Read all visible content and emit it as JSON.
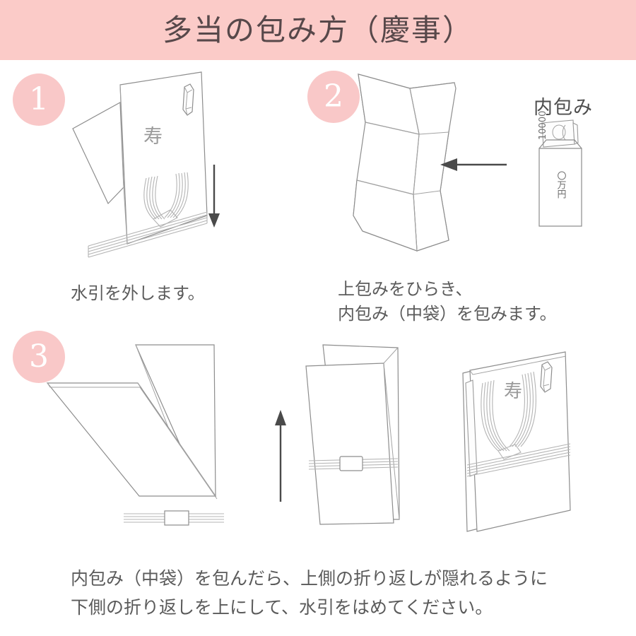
{
  "header": {
    "title": "多当の包み方（慶事）",
    "banner_color": "#fbcbc8",
    "title_color": "#57484a"
  },
  "theme": {
    "step_circle_color": "#f9c8c8",
    "step_number_color": "#ffffff",
    "line_color": "#8d8d8d",
    "caption_color": "#5b5b5b",
    "mizuhiki_color": "#b4b4b4",
    "arrow_color": "#4a4a4a"
  },
  "steps": [
    {
      "number": "1",
      "caption": "水引を外します。",
      "figure": {
        "name": "envelope-with-mizuhiki-being-removed",
        "kotobuki_text": "寿",
        "arrow_direction": "down"
      }
    },
    {
      "number": "2",
      "caption": "上包みをひらき、\n内包み（中袋）を包みます。",
      "figure": {
        "name": "opened-outer-wrapper",
        "arrow_direction": "left"
      },
      "inner_packet": {
        "label": "内包み",
        "amount_text": "〇万円",
        "banknote_text": "10000"
      }
    },
    {
      "number": "3",
      "caption": "内包み（中袋）を包んだら、上側の折り返しが隠れるように\n下側の折り返しを上にして、水引をはめてください。",
      "figures": [
        {
          "name": "folded-wrapper-with-loose-mizuhiki-band"
        },
        {
          "name": "wrapper-with-mizuhiki-band-applied",
          "arrow_direction": "up"
        },
        {
          "name": "completed-envelope",
          "kotobuki_text": "寿"
        }
      ]
    }
  ]
}
